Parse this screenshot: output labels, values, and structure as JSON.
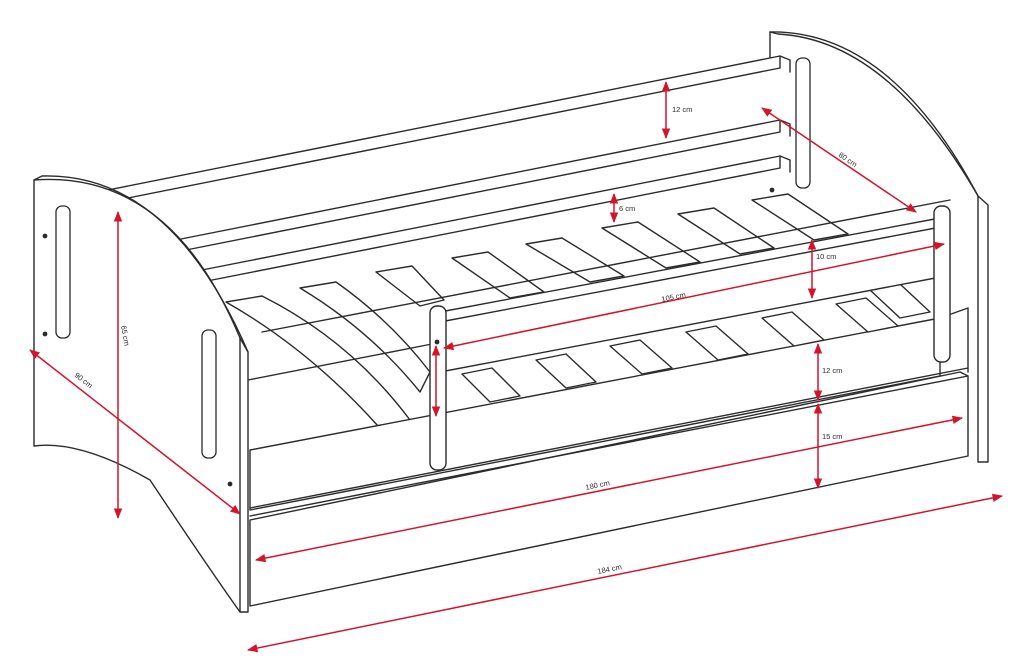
{
  "dimensions": {
    "headboard_width": "80 cm",
    "back_rail_height": "12 cm",
    "back_rail_gap": "6 cm",
    "guard_rail_height": "10 cm",
    "guard_rail_length": "105 cm",
    "front_rail_height": "12 cm",
    "drawer_height": "15 cm",
    "inner_length": "180 cm",
    "total_length": "184 cm",
    "total_height": "65 cm",
    "total_width": "90 cm"
  },
  "colors": {
    "line": "#2b2b2b",
    "dimension": "#d3152b",
    "background": "#ffffff"
  }
}
